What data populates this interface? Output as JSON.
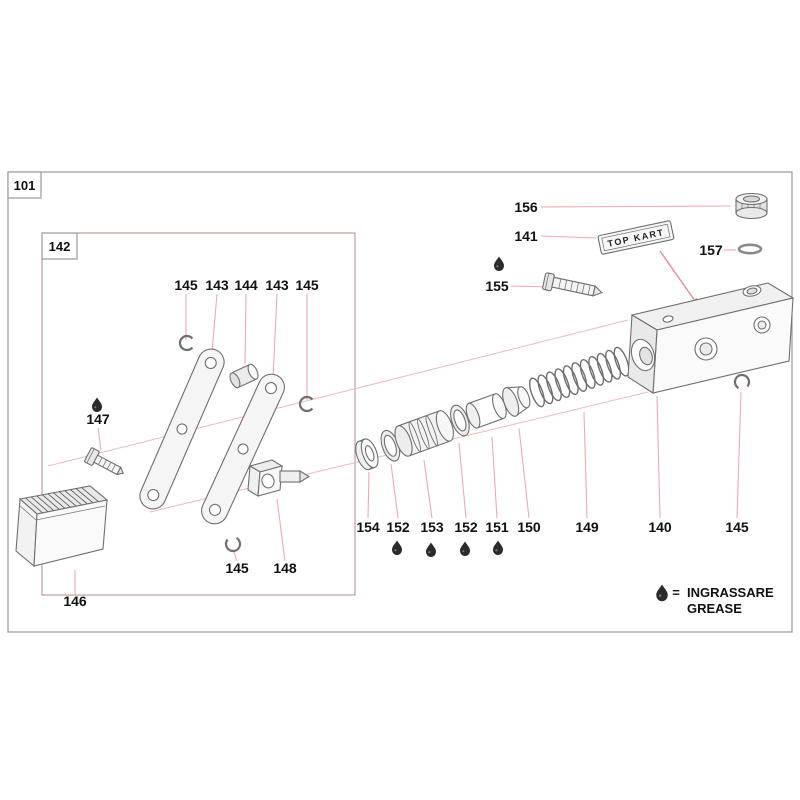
{
  "frames": {
    "outer_label": "101",
    "inner_label": "142"
  },
  "labels": {
    "140": "140",
    "141": "141",
    "143": "143",
    "144": "144",
    "145": "145",
    "146": "146",
    "147": "147",
    "148": "148",
    "149": "149",
    "150": "150",
    "151": "151",
    "152": "152",
    "153": "153",
    "154": "154",
    "155": "155",
    "156": "156",
    "157": "157"
  },
  "plate": {
    "text": "TOP KART"
  },
  "legend": {
    "equals": "=",
    "line1": "INGRASSARE",
    "line2": "GREASE"
  },
  "colors": {
    "leader_line": "#ecaab1",
    "arrow": "#e28d98",
    "part_stroke": "#6f6f6f",
    "frame_stroke": "#9a9a9a",
    "label_text": "#111111",
    "grease_drop": "#2b2b2b"
  }
}
